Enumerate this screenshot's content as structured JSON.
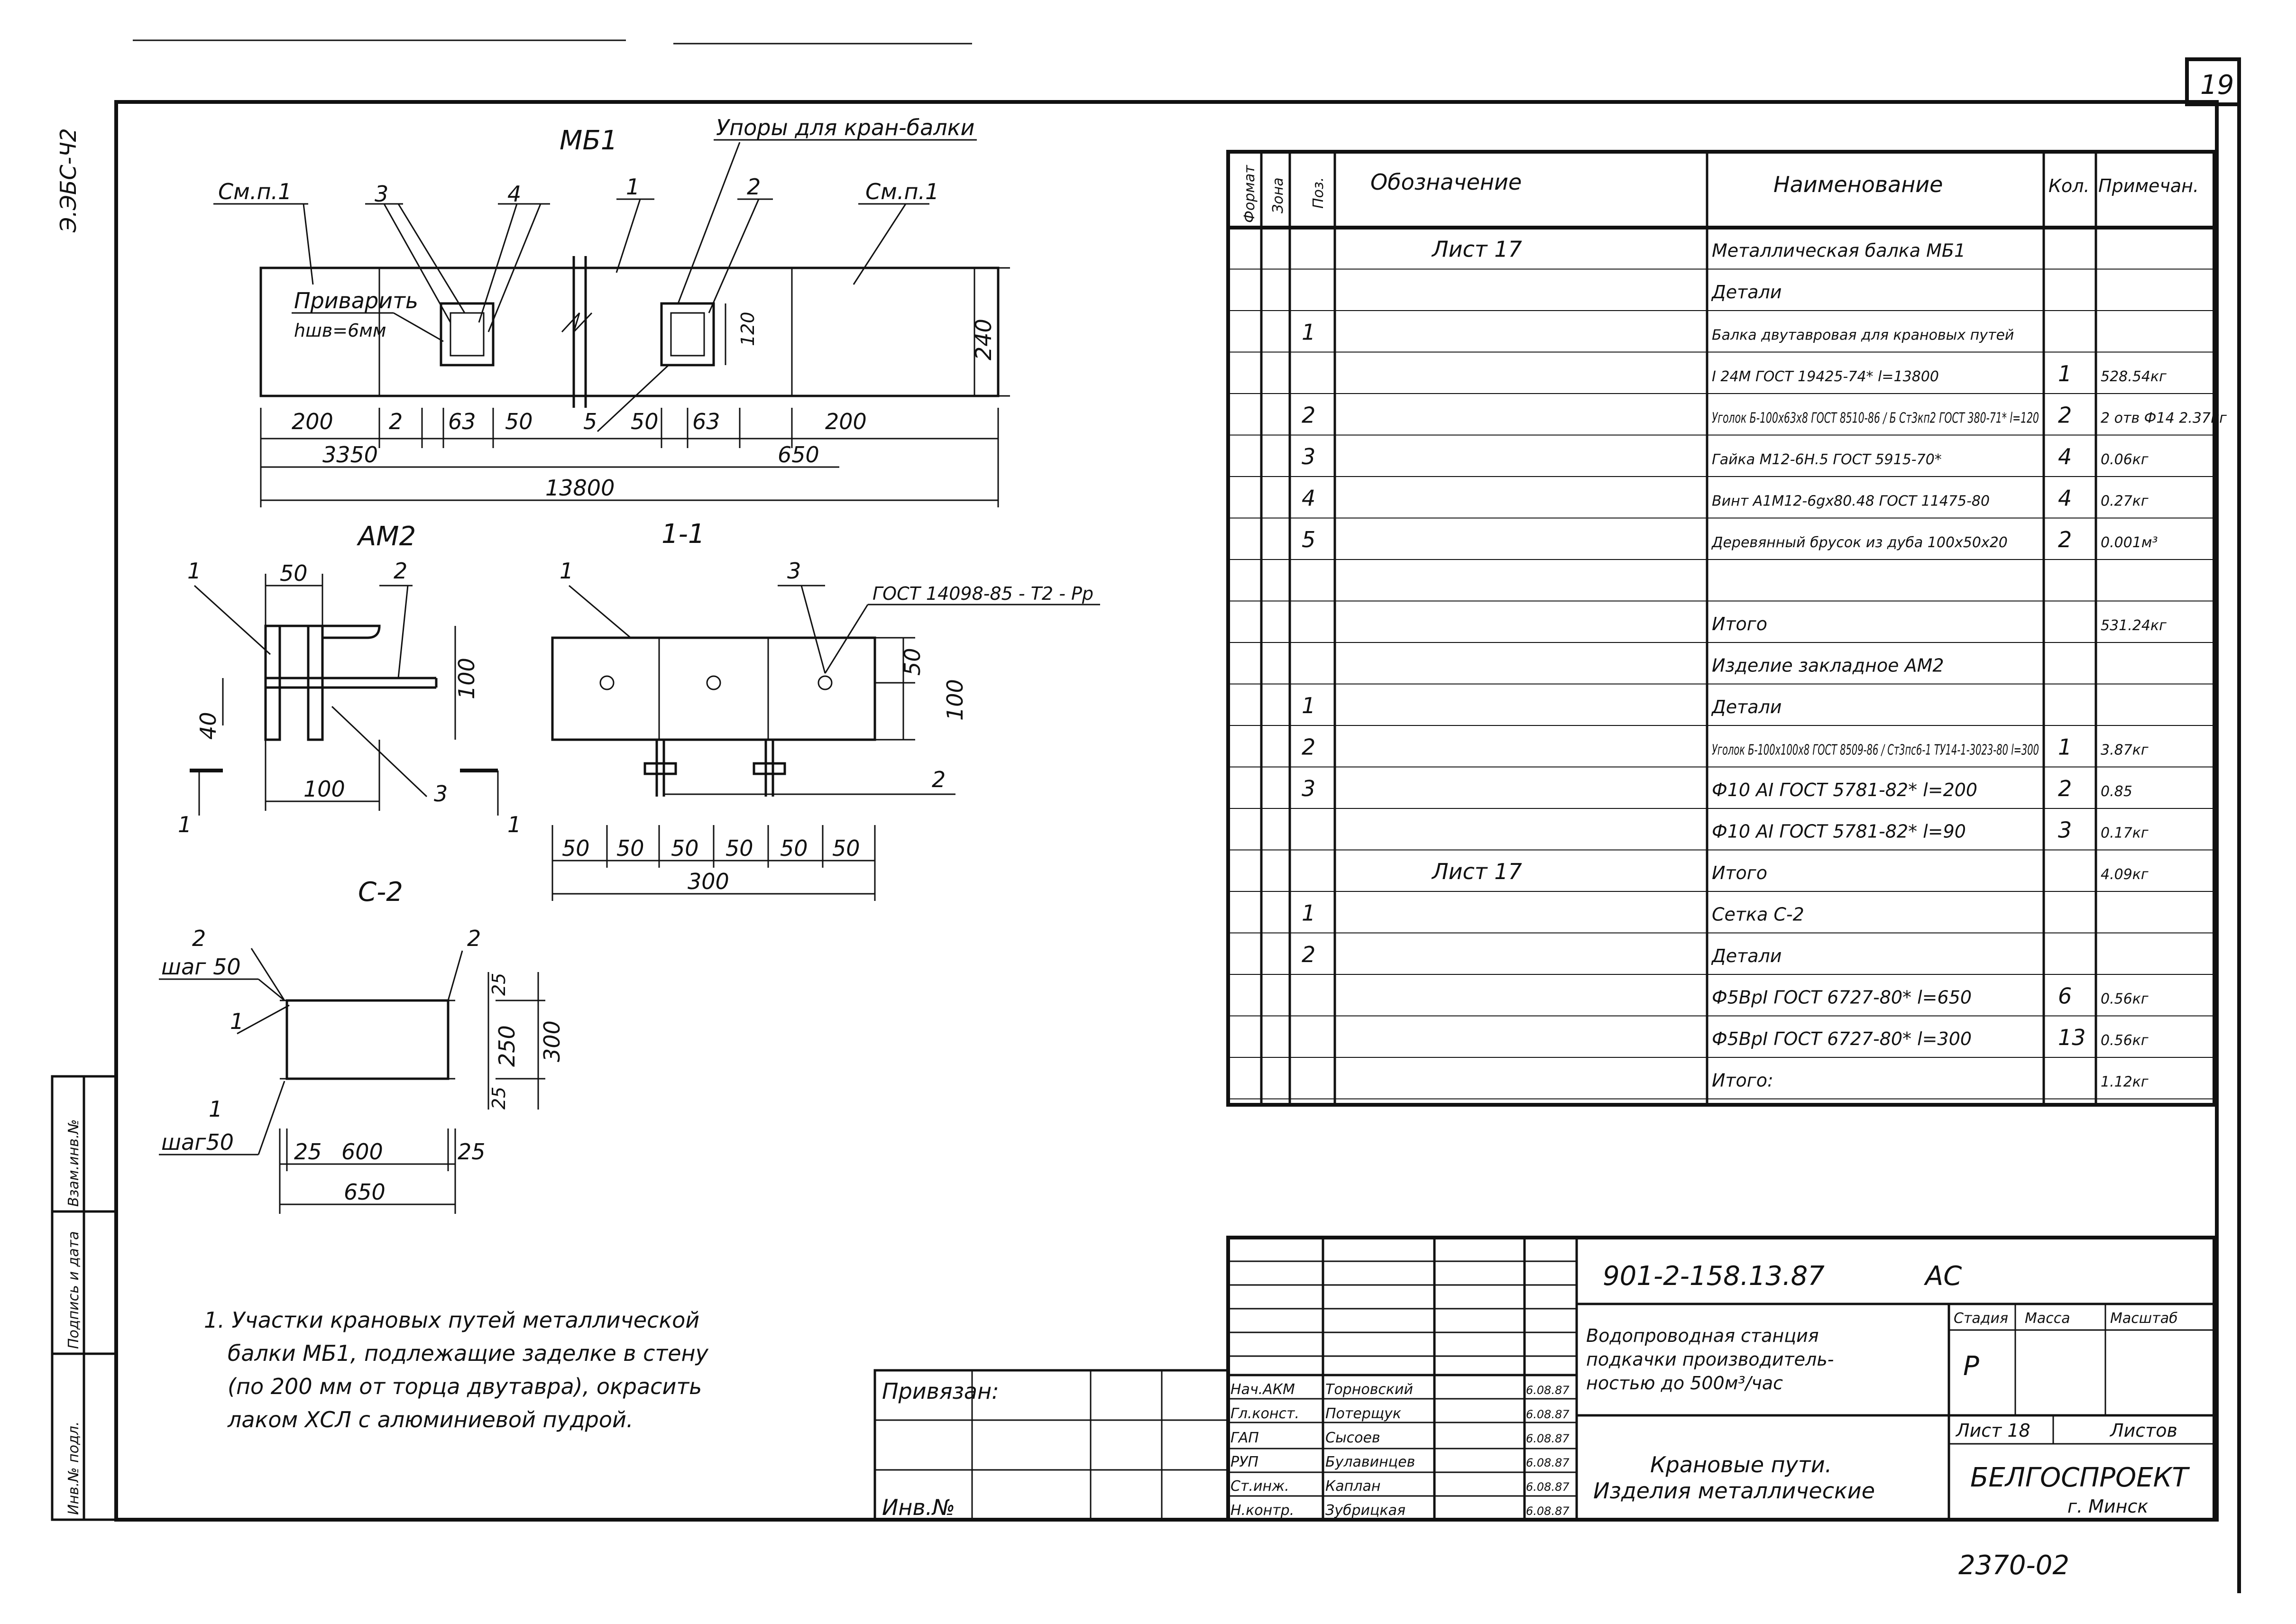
{
  "page_number": "19",
  "margin_note": "Э.ЭБС-Ч2",
  "side_stamp": [
    "Инв.№ подл.",
    "Подпись и дата",
    "Взам.инв.№"
  ],
  "mb1": {
    "title": "МБ1",
    "supports_label": "Упоры для кран-балки",
    "see_p1_left": "См.п.1",
    "see_p1_right": "См.п.1",
    "weld_note_1": "Приварить",
    "weld_note_2": "hшв=6мм",
    "callouts": [
      "3",
      "4",
      "1",
      "2",
      "2",
      "5"
    ],
    "dims": {
      "d200a": "200",
      "d2": "2",
      "d63a": "63",
      "d50a": "50",
      "d3350": "3350",
      "d50b": "50",
      "d63b": "63",
      "d200b": "200",
      "d650": "650",
      "d13800": "13800",
      "d120": "120",
      "d240": "240"
    }
  },
  "am2": {
    "title": "АМ2",
    "dims": {
      "d50": "50",
      "d100h": "100",
      "d40": "40",
      "d100v": "100"
    },
    "callouts": [
      "1",
      "2",
      "3",
      "1",
      "1"
    ]
  },
  "sec11": {
    "title": "1-1",
    "gost": "ГОСТ 14098-85 - Т2 - Рр",
    "callouts": [
      "1",
      "3",
      "2"
    ],
    "dims": [
      "50",
      "50",
      "50",
      "50",
      "50",
      "50"
    ],
    "d300": "300",
    "d50v": "50",
    "d100v": "100"
  },
  "c2": {
    "title": "С-2",
    "step_top": "шаг 50",
    "step_bot": "шаг50",
    "callouts": [
      "2",
      "2",
      "1",
      "1"
    ],
    "dims": {
      "d25a": "25",
      "d600": "600",
      "d25b": "25",
      "d650": "650",
      "d25v": "25",
      "d250": "250",
      "d300": "300",
      "d25v2": "25"
    }
  },
  "notes": [
    "1. Участки крановых путей металлической",
    "балки МБ1, подлежащие заделке в стену",
    "(по 200 мм от торца двутавра), окрасить",
    "лаком ХСЛ с алюминиевой пудрой."
  ],
  "table": {
    "headers": [
      "Формат",
      "Зона",
      "Поз.",
      "Обозначение",
      "Наименование",
      "Кол.",
      "Примечан."
    ],
    "rows": [
      {
        "poz": "",
        "oboz": "Лист 17",
        "name": "Металлическая балка МБ1",
        "qty": "",
        "note": ""
      },
      {
        "poz": "",
        "oboz": "",
        "name": "Детали",
        "qty": "",
        "note": ""
      },
      {
        "poz": "1",
        "oboz": "",
        "name": "Балка двутавровая для крановых путей",
        "qty": "",
        "note": ""
      },
      {
        "poz": "",
        "oboz": "",
        "name": "I 24М ГОСТ 19425-74* l=13800",
        "qty": "1",
        "note": "528.54кг"
      },
      {
        "poz": "2",
        "oboz": "",
        "name": "Уголок Б-100х63х8 ГОСТ 8510-86 / Б Ст3кп2 ГОСТ 380-71* l=120",
        "qty": "2",
        "note": "2 отв Ф14 2.37кг"
      },
      {
        "poz": "3",
        "oboz": "",
        "name": "Гайка М12-6Н.5 ГОСТ 5915-70*",
        "qty": "4",
        "note": "0.06кг"
      },
      {
        "poz": "4",
        "oboz": "",
        "name": "Винт А1М12-6gх80.48 ГОСТ 11475-80",
        "qty": "4",
        "note": "0.27кг"
      },
      {
        "poz": "5",
        "oboz": "",
        "name": "Деревянный брусок из дуба 100х50х20",
        "qty": "2",
        "note": "0.001м³"
      },
      {
        "poz": "",
        "oboz": "",
        "name": "",
        "qty": "",
        "note": ""
      },
      {
        "poz": "",
        "oboz": "",
        "name": "Итого",
        "qty": "",
        "note": "531.24кг"
      },
      {
        "poz": "",
        "oboz": "",
        "name": "Изделие закладное АМ2",
        "qty": "",
        "note": ""
      },
      {
        "poz": "1",
        "oboz": "",
        "name": "Детали",
        "qty": "",
        "note": ""
      },
      {
        "poz": "2",
        "oboz": "",
        "name": "Уголок Б-100х100х8 ГОСТ 8509-86 / Ст3пс6-1 ТУ14-1-3023-80 l=300",
        "qty": "1",
        "note": "3.87кг"
      },
      {
        "poz": "3",
        "oboz": "",
        "name": "Ф10 AI ГОСТ 5781-82* l=200",
        "qty": "2",
        "note": "0.85"
      },
      {
        "poz": "",
        "oboz": "",
        "name": "Ф10 AI ГОСТ 5781-82* l=90",
        "qty": "3",
        "note": "0.17кг"
      },
      {
        "poz": "",
        "oboz": "Лист 17",
        "name": "Итого",
        "qty": "",
        "note": "4.09кг"
      },
      {
        "poz": "1",
        "oboz": "",
        "name": "Сетка С-2",
        "qty": "",
        "note": ""
      },
      {
        "poz": "2",
        "oboz": "",
        "name": "Детали",
        "qty": "",
        "note": ""
      },
      {
        "poz": "",
        "oboz": "",
        "name": "Ф5ВрI ГОСТ 6727-80* l=650",
        "qty": "6",
        "note": "0.56кг"
      },
      {
        "poz": "",
        "oboz": "",
        "name": "Ф5ВрI ГОСТ 6727-80* l=300",
        "qty": "13",
        "note": "0.56кг"
      },
      {
        "poz": "",
        "oboz": "",
        "name": "Итого:",
        "qty": "",
        "note": "1.12кг"
      }
    ]
  },
  "title_block": {
    "doc_code": "901-2-158.13.87",
    "mark": "АС",
    "object": [
      "Водопроводная станция",
      "подкачки производитель-",
      "ностью до 500м³/час"
    ],
    "drawing": [
      "Крановые пути.",
      "Изделия металлические"
    ],
    "stage_label": "Стадия",
    "mass_label": "Масса",
    "scale_label": "Масштаб",
    "stage": "Р",
    "sheet": "Лист 18",
    "sheets": "Листов",
    "org": "БЕЛГОСПРОЕКТ",
    "city": "г. Минск",
    "bind_label": "Привязан:",
    "inv_label": "Инв.№",
    "signers": [
      {
        "role": "Нач.АКМ",
        "name": "Торновский",
        "date": "6.08.87"
      },
      {
        "role": "Гл.конст.",
        "name": "Потерщук",
        "date": "6.08.87"
      },
      {
        "role": "ГАП",
        "name": "Сысоев",
        "date": "6.08.87"
      },
      {
        "role": "РУП",
        "name": "Булавинцев",
        "date": "6.08.87"
      },
      {
        "role": "Ст.инж.",
        "name": "Каплан",
        "date": "6.08.87"
      },
      {
        "role": "Н.контр.",
        "name": "Зубрицкая",
        "date": "6.08.87"
      }
    ]
  },
  "bottom_code": "2370-02"
}
